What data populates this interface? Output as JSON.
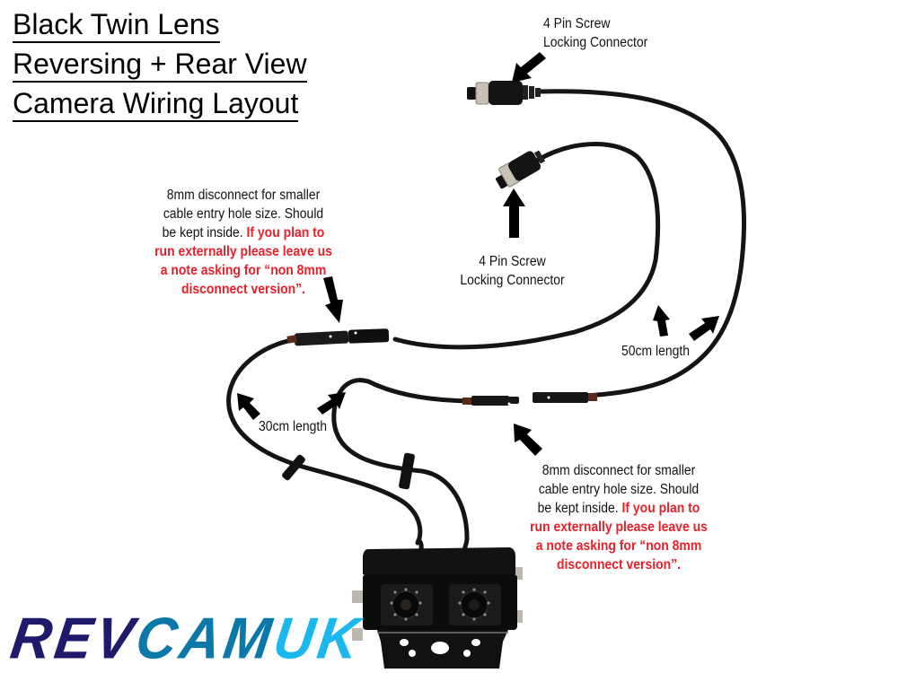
{
  "title": {
    "lines": [
      "Black Twin Lens",
      "Reversing + Rear View",
      "Camera Wiring Layout"
    ]
  },
  "labels": {
    "connector_top": {
      "line1": "4 Pin Screw",
      "line2": "Locking Connector"
    },
    "connector_middle": {
      "line1": "4 Pin Screw",
      "line2": "Locking Connector"
    },
    "disconnect_left": {
      "black_1": "8mm disconnect for smaller",
      "black_2": "cable entry hole size. Should",
      "black_3": "be kept inside.",
      "red_3": "If you plan to",
      "red_4": "run externally please leave us",
      "red_5": "a note asking for “non 8mm",
      "red_6": "disconnect version”."
    },
    "disconnect_right": {
      "black_1": "8mm disconnect for smaller",
      "black_2": "cable entry hole size. Should",
      "black_3": "be kept inside.",
      "red_3": "If you plan to",
      "red_4": "run externally please leave us",
      "red_5": "a note asking for “non 8mm",
      "red_6": "disconnect version”."
    },
    "length_30": "30cm length",
    "length_50": "50cm length"
  },
  "logo": {
    "part1": "REV",
    "part2": "CAM",
    "part3": "UK",
    "colors": {
      "part1": "#1f1a6b",
      "part2": "#0a78a8",
      "part3": "#1ab8ee"
    }
  },
  "colors": {
    "cable": "#141414",
    "warning_text": "#e8202a",
    "connector_ring": "#c9c2b4"
  }
}
